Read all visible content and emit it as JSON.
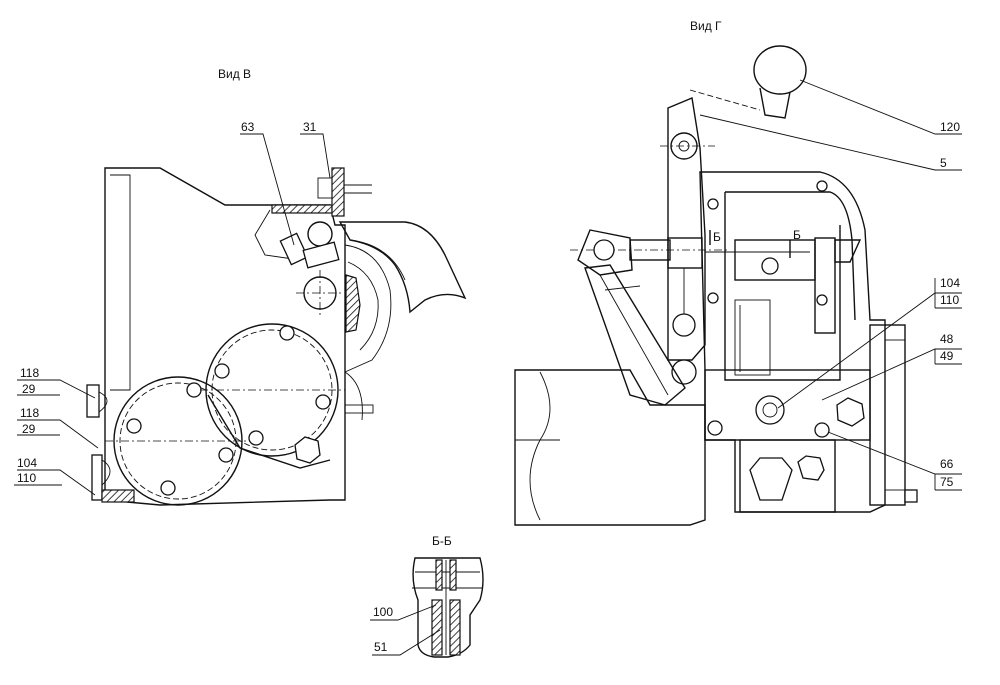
{
  "views": {
    "view_v": {
      "title": "Вид В"
    },
    "view_g": {
      "title": "Вид Г"
    },
    "section": {
      "title": "Б-Б",
      "marker": "Б"
    }
  },
  "callouts": {
    "c63": "63",
    "c31": "31",
    "c118a": "118",
    "c29a": "29",
    "c118b": "118",
    "c29b": "29",
    "c104a": "104",
    "c110a": "110",
    "c120": "120",
    "c5": "5",
    "c104b": "104",
    "c110b": "110",
    "c48": "48",
    "c49": "49",
    "c66": "66",
    "c75": "75",
    "c100": "100",
    "c51": "51"
  },
  "colors": {
    "ink": "#111111",
    "paper": "#ffffff"
  }
}
